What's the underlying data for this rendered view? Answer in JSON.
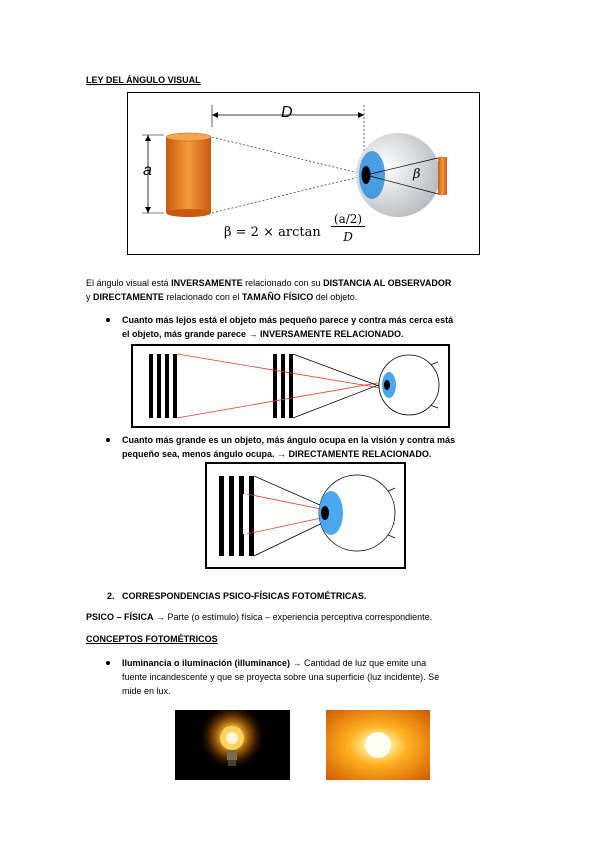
{
  "heading_angulo": "LEY DEL ÁNGULO VISUAL",
  "fig1": {
    "label_D": "D",
    "label_a": "a",
    "label_beta": "β",
    "formula": "β = 2 × arctan",
    "formula_num": "(a/2)",
    "formula_den": "D"
  },
  "intro": {
    "p1": "El ángulo visual está ",
    "p1_b1": "INVERSAMENTE",
    "p1_mid": " relacionado con su ",
    "p1_b2": "DISTANCIA AL OBSERVADOR",
    "p2_a": "y ",
    "p2_b1": "DIRECTAMENTE",
    "p2_mid": " relacionado con el ",
    "p2_b2": "TAMAÑO FÍSICO",
    "p2_end": " del objeto."
  },
  "bullet1": {
    "line1": "Cuanto más lejos está el objeto más pequeño parece y contra más cerca está",
    "line2": "el objeto, más grande parece → INVERSAMENTE RELACIONADO."
  },
  "bullet2": {
    "line1": "Cuanto más grande es un objeto, más ángulo ocupa en la visión y contra más",
    "line2": "pequeño sea, menos ángulo ocupa. → DIRECTAMENTE RELACIONADO."
  },
  "section2": {
    "number": "2.",
    "title": "CORRESPONDENCIAS PSICO-FÍSICAS FOTOMÉTRICAS."
  },
  "psico": {
    "term": "PSICO – FÍSICA",
    "arrow": " → ",
    "def": "Parte (o estímulo) física – experiencia perceptiva correspondiente."
  },
  "heading_conceptos": "CONCEPTOS FOTOMÉTRICOS",
  "bullet3": {
    "term": "Iluminancia o iluminación (illuminance)",
    "arrow": " → ",
    "line1": "Cantidad de luz que emite una",
    "line2": "fuente incandescente y que se proyecta sobre una superficie (luz incidente). Se",
    "line3": "mide en lux."
  },
  "colors": {
    "orange": "#e8761a",
    "red_line": "#e0402a",
    "eye_blue": "#2f8fe0"
  }
}
